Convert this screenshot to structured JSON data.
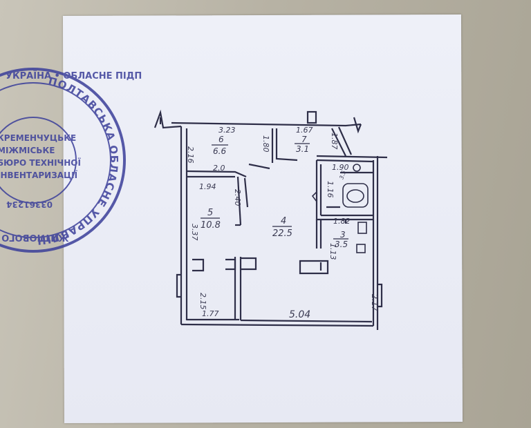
{
  "colors": {
    "ink": "#2e2e48",
    "stamp": "#3b3f9a",
    "paper": "#eceef6"
  },
  "plan": {
    "rooms": [
      {
        "no": "6",
        "area": "6.6"
      },
      {
        "no": "7",
        "area": "3.1"
      },
      {
        "no": "5",
        "area": "10.8"
      },
      {
        "no": "4",
        "area": "22.5"
      },
      {
        "no": "3",
        "area": "3.5"
      }
    ],
    "dims": {
      "d323": "3.23",
      "d167": "1.67",
      "d216": "2.16",
      "d180": "1.80",
      "d187": "1.87",
      "d20": "2.0",
      "d194": "1.94",
      "d240": "2.40",
      "d190": "1.90",
      "d116": "1.16",
      "d337": "3.37",
      "d182": "1.82",
      "d113": "1.13",
      "d215": "2.15",
      "d217": "2.17",
      "d177": "1.77",
      "d504": "5.04"
    },
    "wc_area": "3.5"
  },
  "stamp": {
    "outer_text": "ПОЛТАВСЬКА ОБЛАСНЕ УПРАВЛІННЯ • ОБЛАСНЕ КОМУНАЛЬНЕ ПІДПРИЄМСТВО",
    "upper_text": "УКРАЇНА • ОБЛАСНЕ ПІДП",
    "lines": [
      "КРЕМЕНЧУЦЬКЕ",
      "МІЖМІСЬКЕ",
      "БЮРО ТЕХНІЧНОЇ",
      "ІНВЕНТАРИЗАЦІЇ"
    ],
    "code": "03361234",
    "bottom_text": "ЖИТЛОВОГО ГОСПОДАРСТВА ДЕРЖ"
  }
}
